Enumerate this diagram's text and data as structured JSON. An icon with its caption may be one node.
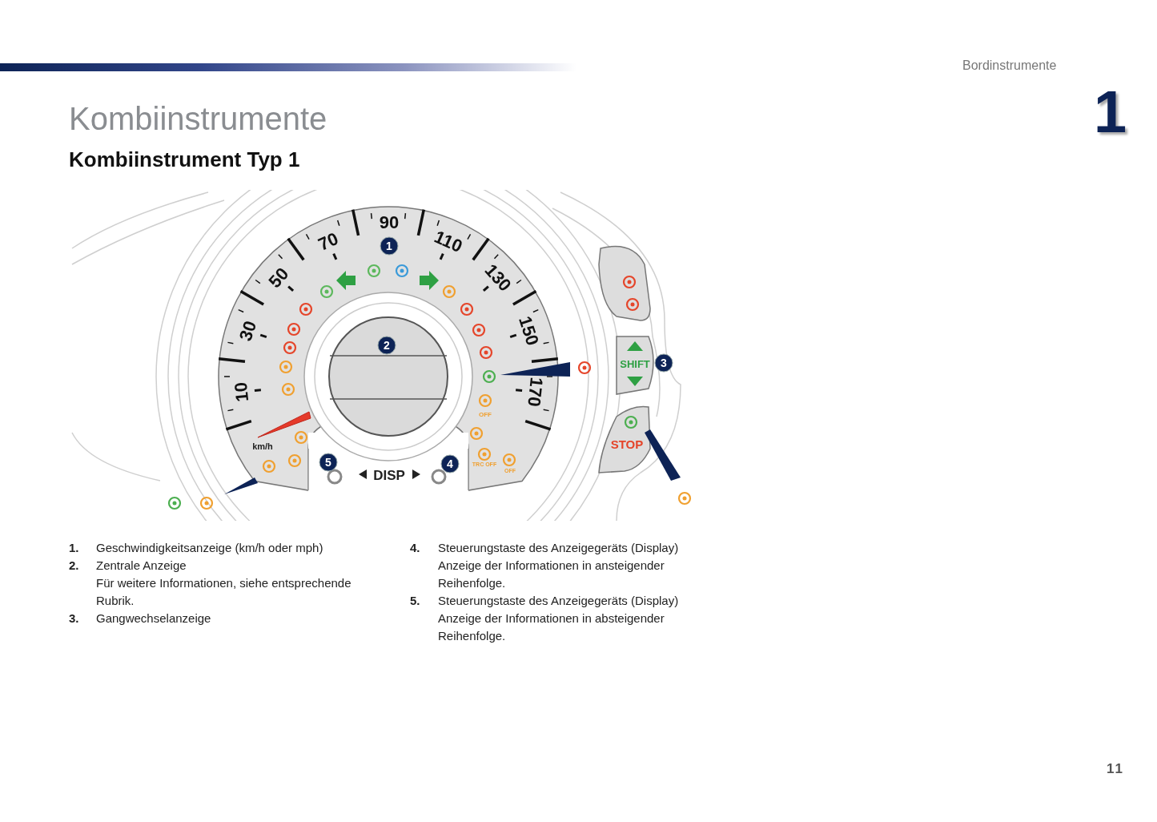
{
  "diagram": {
    "title": "Kombiinstrumente",
    "labels": [
      "Bordinstrumente",
      "1",
      "Kombiinstrument Typ 1",
      "90",
      "70",
      "110",
      "1",
      "50",
      "130",
      "30",
      "2",
      "150",
      "SHIFT",
      "3",
      "10",
      "OFF",
      "170",
      "STOP",
      "km/h",
      "TRC OFF",
      "OFF",
      "5",
      "DISP",
      "4",
      "1.",
      "Geschwindigkeitsanzeige (km/h oder mph)",
      "2.",
      "Zentrale Anzeige",
      "Für weitere Informationen, siehe entsprechende Rubrik.",
      "3.",
      "Gangwechselanzeige",
      "4.",
      "Steuerungstaste des Anzeigegeräts (Display)",
      "Anzeige der Informationen in ansteigender Reihenfolge.",
      "5.",
      "Steuerungstaste des Anzeigegeräts (Display)",
      "Anzeige der Informationen in absteigender Reihenfolge.",
      "11"
    ]
  }
}
